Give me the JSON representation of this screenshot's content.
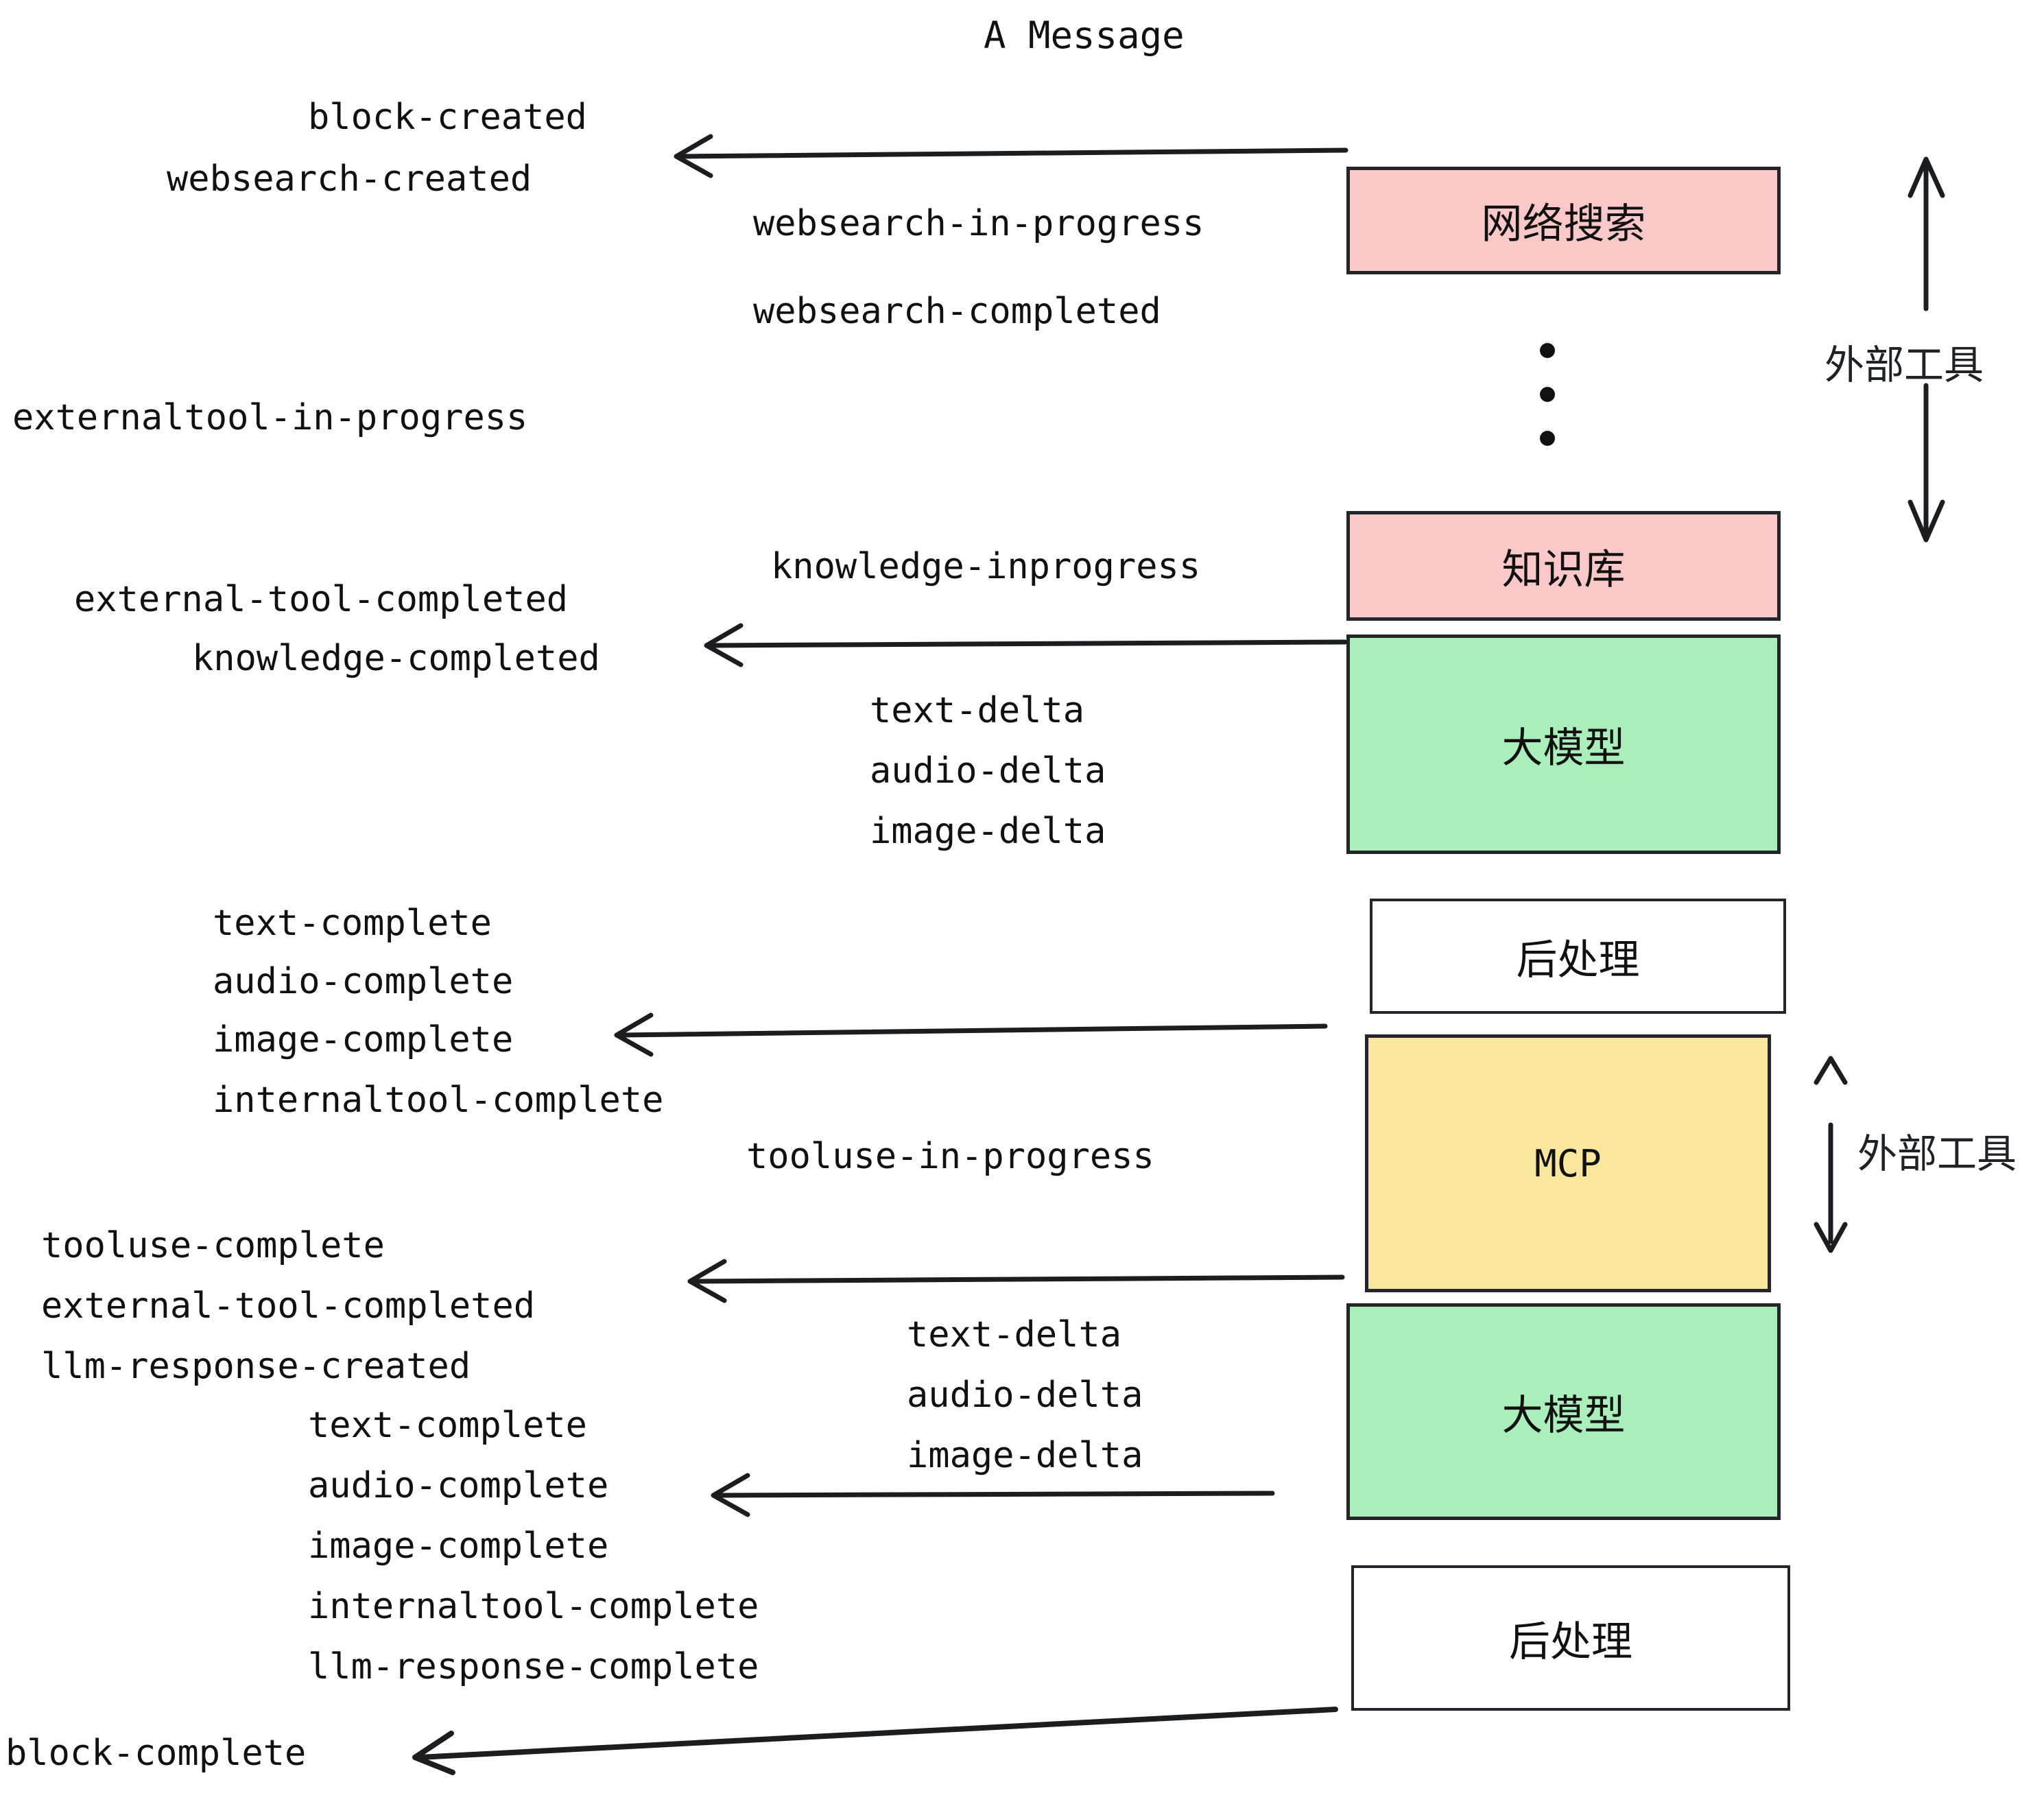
{
  "title": "A Message",
  "colors": {
    "pink": "#fac8c8",
    "green": "#aaeebb",
    "yellow": "#fae79e",
    "white": "#ffffff",
    "stroke": "#1b1d20",
    "text": "#111111"
  },
  "boxes": [
    {
      "id": "websearch",
      "label": "网络搜索",
      "fill": "pink"
    },
    {
      "id": "knowledge",
      "label": "知识库",
      "fill": "pink"
    },
    {
      "id": "llm-1",
      "label": "大模型",
      "fill": "green"
    },
    {
      "id": "postproc-1",
      "label": "后处理",
      "fill": "white"
    },
    {
      "id": "mcp",
      "label": "MCP",
      "fill": "yellow"
    },
    {
      "id": "llm-2",
      "label": "大模型",
      "fill": "green"
    },
    {
      "id": "postproc-2",
      "label": "后处理",
      "fill": "white"
    }
  ],
  "side_brackets": [
    {
      "id": "external-tools-top",
      "label": "外部工具"
    },
    {
      "id": "external-tools-bottom",
      "label": "外部工具"
    }
  ],
  "events": {
    "block_created": "block-created",
    "websearch_created": "websearch-created",
    "websearch_in_progress": "websearch-in-progress",
    "websearch_completed": "websearch-completed",
    "externaltool_in_progress": "externaltool-in-progress",
    "knowledge_inprogress": "knowledge-inprogress",
    "external_tool_completed_1": "external-tool-completed",
    "knowledge_completed": "knowledge-completed",
    "text_delta_1": "text-delta",
    "audio_delta_1": "audio-delta",
    "image_delta_1": "image-delta",
    "text_complete_1": "text-complete",
    "audio_complete_1": "audio-complete",
    "image_complete_1": "image-complete",
    "internaltool_complete_1": "internaltool-complete",
    "tooluse_in_progress": "tooluse-in-progress",
    "tooluse_complete": "tooluse-complete",
    "external_tool_completed_2": "external-tool-completed",
    "llm_response_created": "llm-response-created",
    "text_delta_2": "text-delta",
    "audio_delta_2": "audio-delta",
    "image_delta_2": "image-delta",
    "text_complete_2": "text-complete",
    "audio_complete_2": "audio-complete",
    "image_complete_2": "image-complete",
    "internaltool_complete_2": "internaltool-complete",
    "llm_response_complete": "llm-response-complete",
    "block_complete": "block-complete"
  }
}
